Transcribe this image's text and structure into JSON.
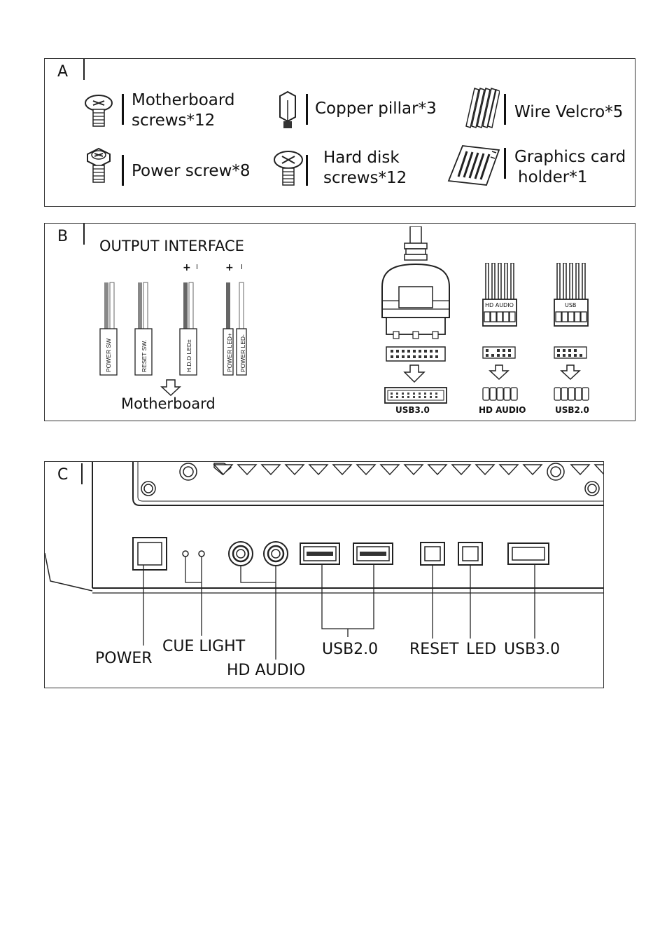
{
  "panel_a": {
    "letter": "A",
    "items": [
      {
        "icon": "motherboard-screw-icon",
        "line1": "Motherboard",
        "line2": "screws*12"
      },
      {
        "icon": "copper-pillar-icon",
        "line1": "Copper pillar*3",
        "line2": ""
      },
      {
        "icon": "wire-velcro-icon",
        "line1": "Wire Velcro*5",
        "line2": ""
      },
      {
        "icon": "power-screw-icon",
        "line1": "Power screw*8",
        "line2": ""
      },
      {
        "icon": "hard-disk-screw-icon",
        "line1": "Hard disk",
        "line2": "screws*12"
      },
      {
        "icon": "graphics-card-holder-icon",
        "line1": "Graphics card",
        "line2": "holder*1"
      }
    ]
  },
  "panel_b": {
    "letter": "B",
    "title": "OUTPUT INTERFACE",
    "plus": "+",
    "minus": "I",
    "wires": [
      "POWER SW",
      "RESET SW.",
      "H.D.D LED±",
      "POWER LED+",
      "POWER LED-"
    ],
    "motherboard_label": "Motherboard",
    "hd_audio_plug": "HD AUDIO",
    "usb_plug": "USB",
    "connectors": [
      "USB3.0",
      "HD AUDIO",
      "USB2.0"
    ]
  },
  "panel_c": {
    "letter": "C",
    "labels": {
      "power": "POWER",
      "cue_light": "CUE LIGHT",
      "hd_audio": "HD AUDIO",
      "usb2": "USB2.0",
      "reset": "RESET",
      "led": "LED",
      "usb3": "USB3.0"
    }
  }
}
